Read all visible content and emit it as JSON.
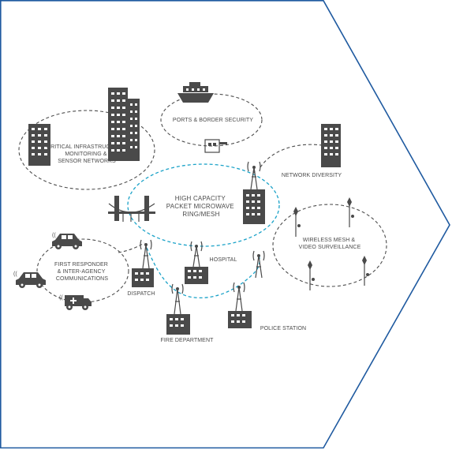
{
  "labels": {
    "critical": [
      "CRITICAL INFRASTRUCTURE",
      "MONITORING &",
      "SENSOR NETWORKS"
    ],
    "ports": "PORTS & BORDER SECURITY",
    "network_diversity": "NETWORK DIVERSITY",
    "core": [
      "HIGH CAPACITY",
      "PACKET MICROWAVE",
      "RING/MESH"
    ],
    "hospital": "HOSPITAL",
    "wireless": [
      "WIRELESS MESH &",
      "VIDEO SURVEILLANCE"
    ],
    "first_responder": [
      "FIRST RESPONDER",
      "& INTER-AGENCY",
      "COMMUNICATIONS"
    ],
    "dispatch": "DISPATCH",
    "fire": "FIRE DEPARTMENT",
    "police": "POLICE STATION"
  },
  "colors": {
    "border": "#1f5aa0",
    "accent": "#1aa2c8",
    "ink": "#4a4a4a"
  }
}
